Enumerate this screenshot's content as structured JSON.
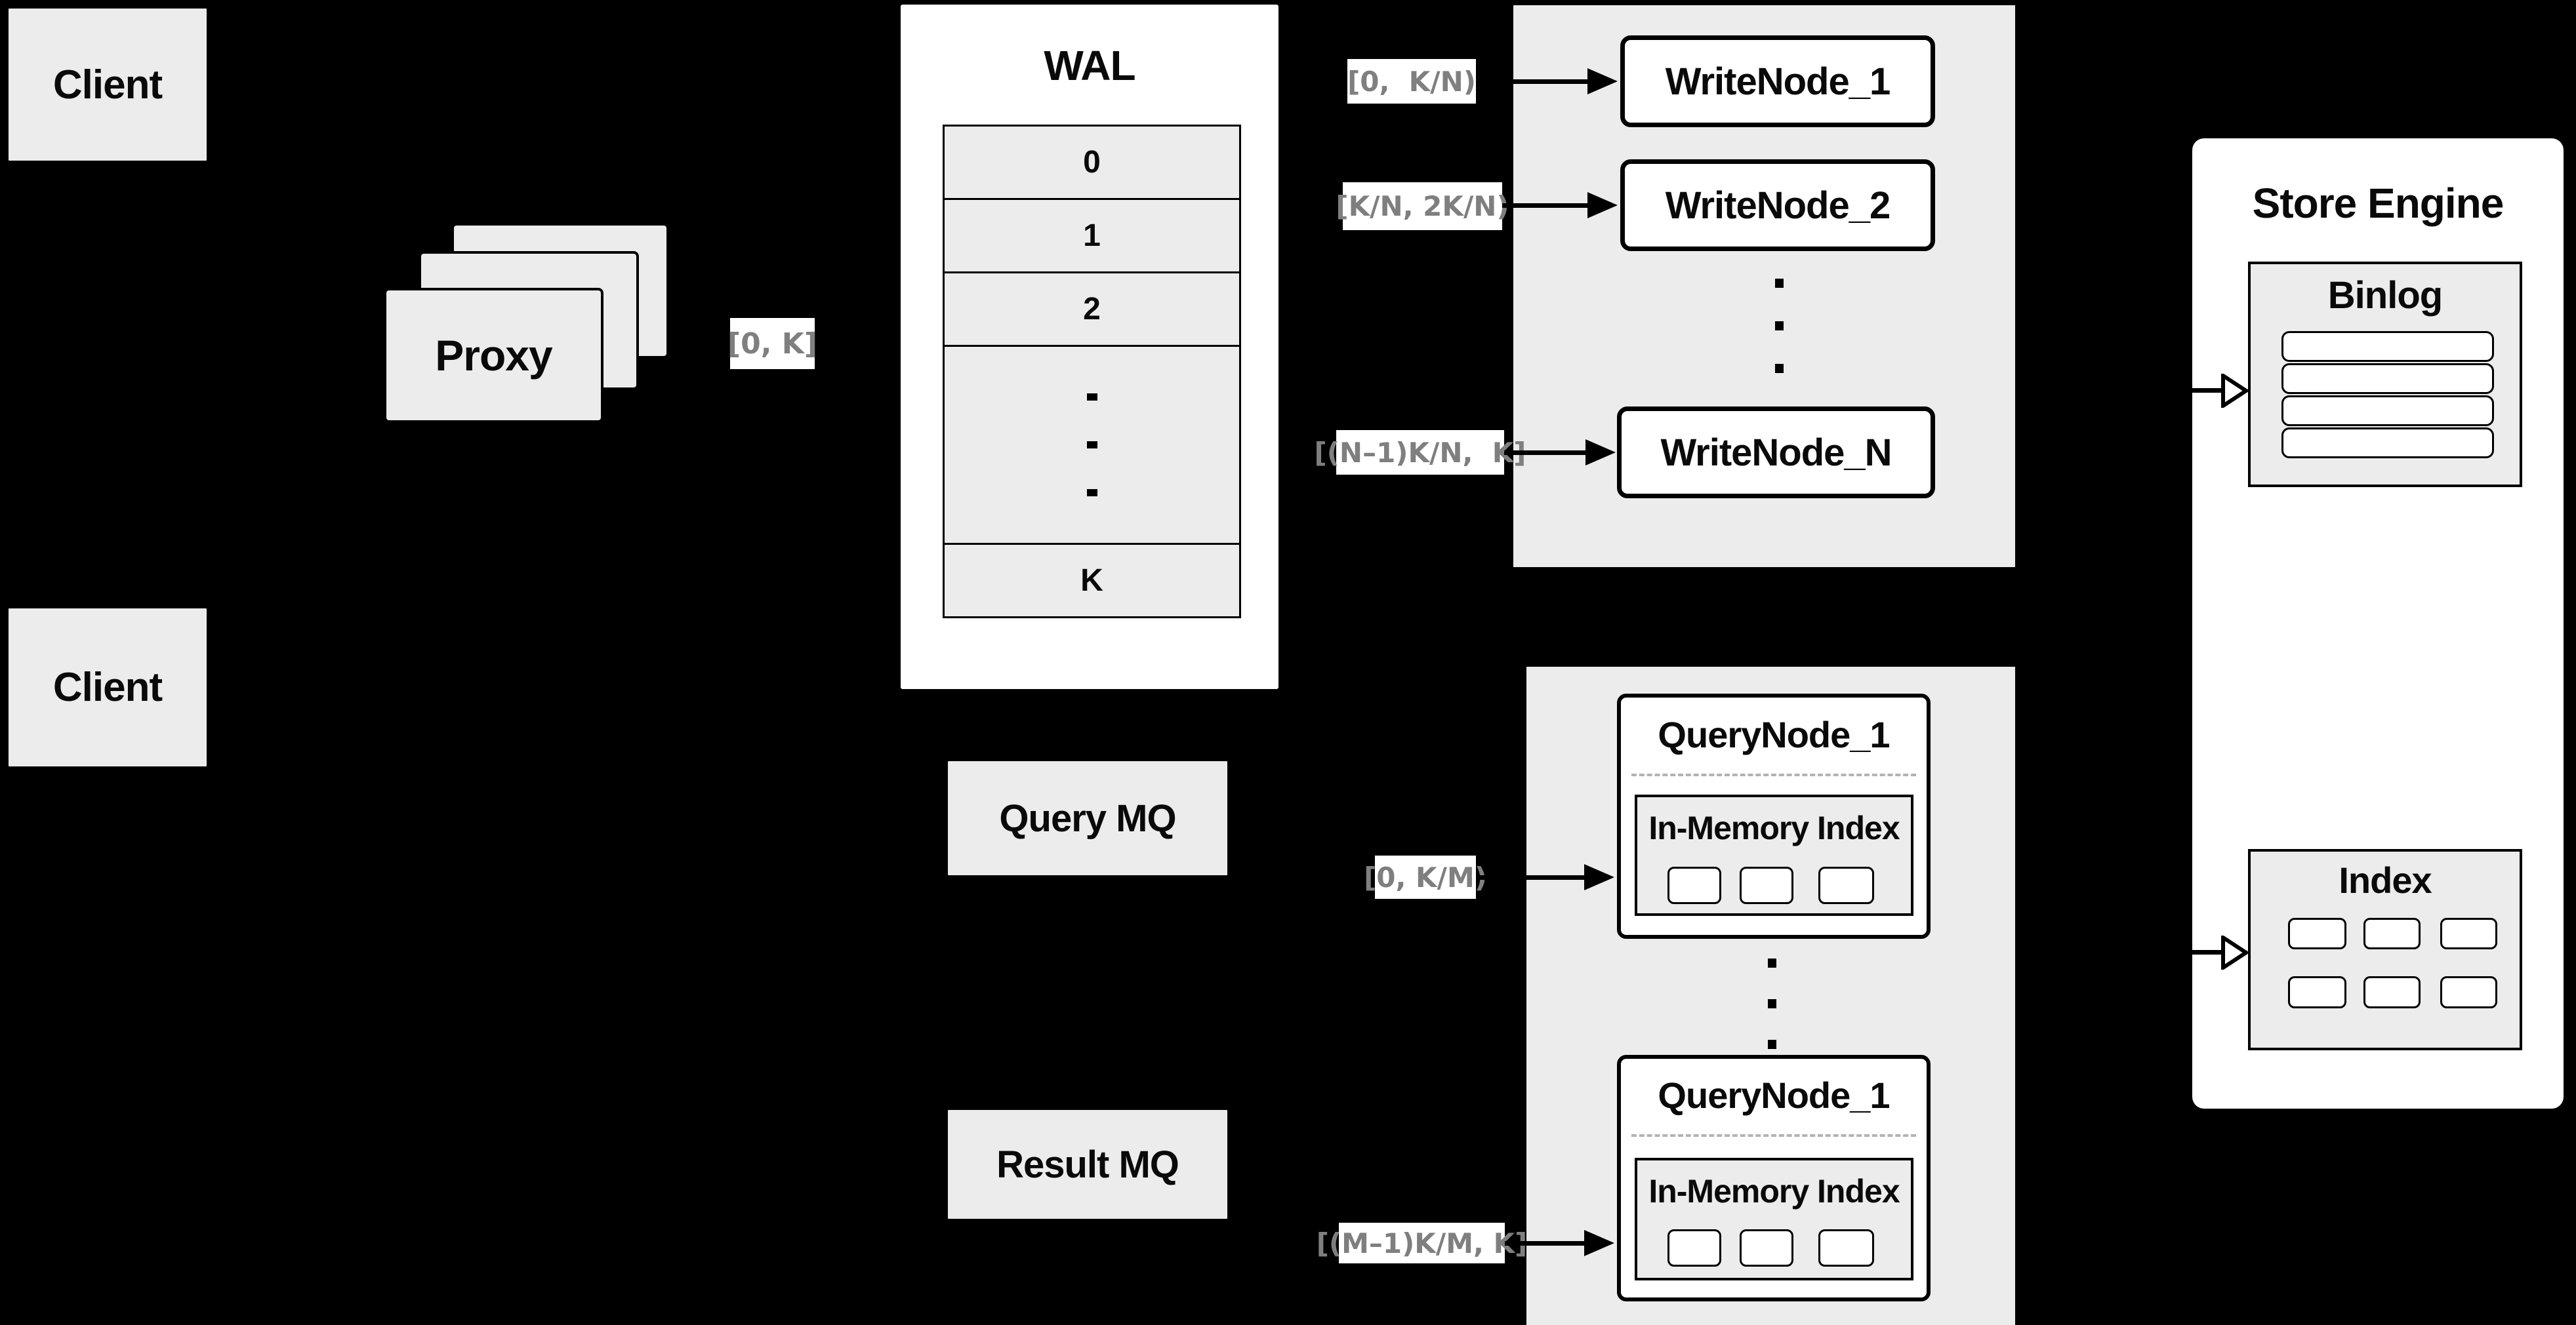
{
  "diagram": {
    "background_color": "#000000",
    "node_fill_color": "#ececec",
    "range_label_text_color": "#7f7f7f",
    "clients": {
      "top": "Client",
      "bottom": "Client"
    },
    "proxy": {
      "label": "Proxy",
      "range_label": "[0, K]"
    },
    "wal": {
      "title": "WAL",
      "segments": [
        "0",
        "1",
        "2",
        "K"
      ]
    },
    "write_layer": {
      "range_labels": [
        "[0,  K/N)",
        "[K/N, 2K/N)",
        "[(N–1)K/N,  K]"
      ],
      "nodes": [
        "WriteNode_1",
        "WriteNode_2",
        "WriteNode_N"
      ]
    },
    "mq": {
      "query": "Query MQ",
      "result": "Result MQ"
    },
    "query_layer": {
      "range_labels": [
        "[0, K/M)",
        "[(M–1)K/M, K]"
      ],
      "nodes": [
        "QueryNode_1",
        "QueryNode_1"
      ],
      "in_memory_index": "In-Memory Index"
    },
    "store_engine": {
      "title": "Store Engine",
      "binlog": "Binlog",
      "index": "Index"
    }
  }
}
